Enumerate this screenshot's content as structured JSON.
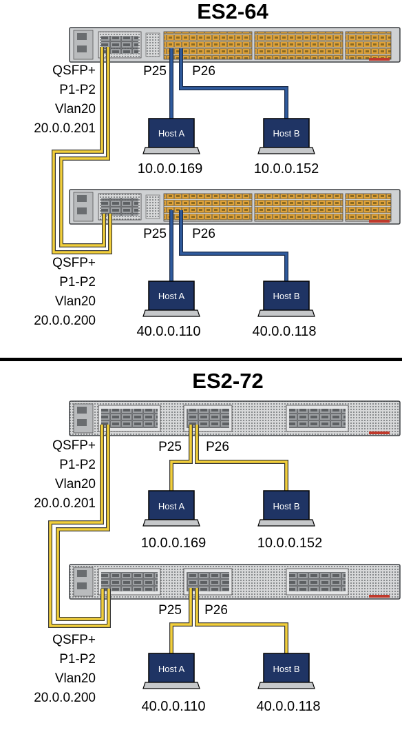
{
  "sections": [
    {
      "title": "ES2-64",
      "cable_color": "#2f5b9e",
      "upper": {
        "port_left": "P25",
        "port_right": "P26",
        "qsfp": {
          "line1": "QSFP+",
          "line2": "P1-P2",
          "line3": "Vlan20",
          "line4": "20.0.0.201"
        },
        "host_a": {
          "name": "Host A",
          "ip": "10.0.0.169"
        },
        "host_b": {
          "name": "Host B",
          "ip": "10.0.0.152"
        }
      },
      "lower": {
        "port_left": "P25",
        "port_right": "P26",
        "qsfp": {
          "line1": "QSFP+",
          "line2": "P1-P2",
          "line3": "Vlan20",
          "line4": "20.0.0.200"
        },
        "host_a": {
          "name": "Host A",
          "ip": "40.0.0.110"
        },
        "host_b": {
          "name": "Host B",
          "ip": "40.0.0.118"
        }
      }
    },
    {
      "title": "ES2-72",
      "cable_color": "#f2cf3a",
      "upper": {
        "port_left": "P25",
        "port_right": "P26",
        "qsfp": {
          "line1": "QSFP+",
          "line2": "P1-P2",
          "line3": "Vlan20",
          "line4": "20.0.0.201"
        },
        "host_a": {
          "name": "Host A",
          "ip": "10.0.0.169"
        },
        "host_b": {
          "name": "Host B",
          "ip": "10.0.0.152"
        }
      },
      "lower": {
        "port_left": "P25",
        "port_right": "P26",
        "qsfp": {
          "line1": "QSFP+",
          "line2": "P1-P2",
          "line3": "Vlan20",
          "line4": "20.0.0.200"
        },
        "host_a": {
          "name": "Host A",
          "ip": "40.0.0.110"
        },
        "host_b": {
          "name": "Host B",
          "ip": "40.0.0.118"
        }
      }
    }
  ],
  "colors": {
    "qsfp_cable": "#f2cf3a",
    "host_screen": "#1f3464",
    "switch_body": "#cfd1d3",
    "port_amber": "#e3a93a"
  }
}
